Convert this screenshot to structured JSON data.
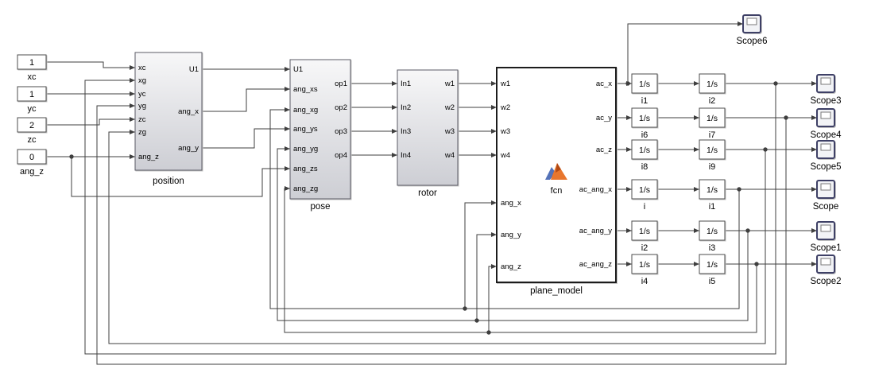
{
  "constants": [
    {
      "value": "1",
      "label": "xc"
    },
    {
      "value": "1",
      "label": "yc"
    },
    {
      "value": "2",
      "label": "zc"
    },
    {
      "value": "0",
      "label": "ang_z"
    }
  ],
  "position": {
    "name": "position",
    "inputs": [
      "xc",
      "xg",
      "yc",
      "yg",
      "zc",
      "zg",
      "ang_z"
    ],
    "outputs": [
      "U1",
      "ang_x",
      "ang_y"
    ]
  },
  "pose": {
    "name": "pose",
    "inputs": [
      "U1",
      "ang_xs",
      "ang_xg",
      "ang_ys",
      "ang_yg",
      "ang_zs",
      "ang_zg"
    ],
    "outputs": [
      "op1",
      "op2",
      "op3",
      "op4"
    ]
  },
  "rotor": {
    "name": "rotor",
    "inputs": [
      "In1",
      "In2",
      "In3",
      "In4"
    ],
    "outputs": [
      "w1",
      "w2",
      "w3",
      "w4"
    ]
  },
  "plane": {
    "name": "plane_model",
    "icon_text": "fcn",
    "inputs": [
      "w1",
      "w2",
      "w3",
      "w4",
      "ang_x",
      "ang_y",
      "ang_z"
    ],
    "outputs": [
      "ac_x",
      "ac_y",
      "ac_z",
      "ac_ang_x",
      "ac_ang_y",
      "ac_ang_z"
    ]
  },
  "integrators": {
    "symbol": "1/s",
    "col1": [
      "i1",
      "i6",
      "i8",
      "i",
      "i2",
      "i4"
    ],
    "col2": [
      "i2",
      "i7",
      "i9",
      "i1",
      "i3",
      "i5"
    ]
  },
  "scopes": {
    "top": "Scope6",
    "list": [
      "Scope3",
      "Scope4",
      "Scope5",
      "Scope",
      "Scope1",
      "Scope2"
    ]
  }
}
